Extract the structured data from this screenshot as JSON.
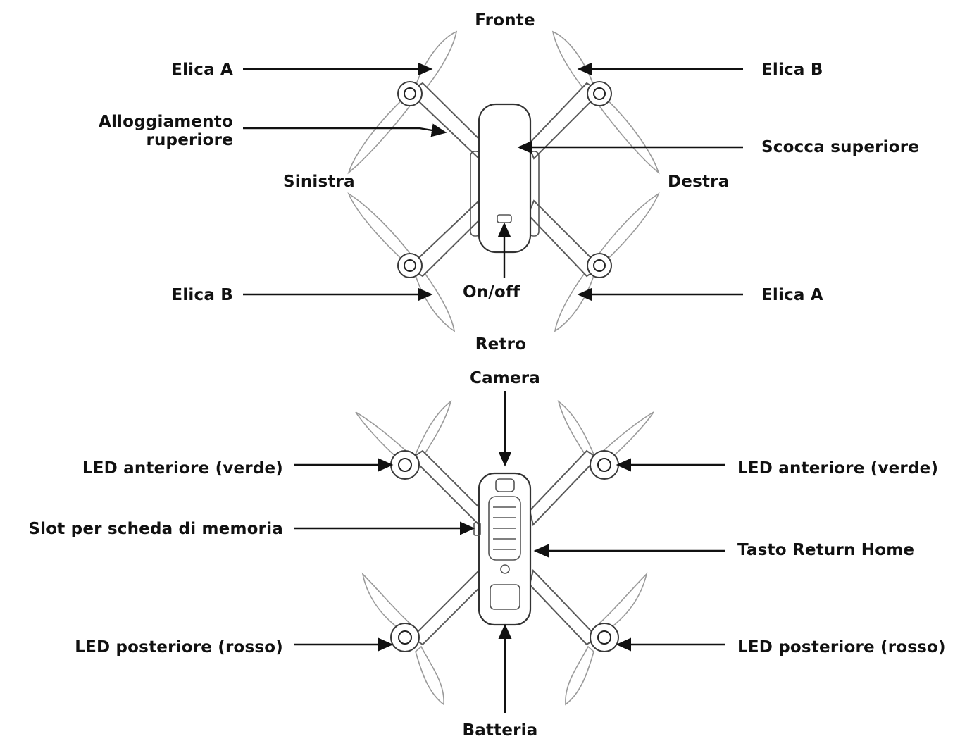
{
  "top_view": {
    "front": "Fronte",
    "rear": "Retro",
    "left": "Sinistra",
    "right": "Destra",
    "prop_a_front_left": "Elica A",
    "prop_b_front_right": "Elica B",
    "upper_housing_line1": "Alloggiamento",
    "upper_housing_line2": "ruperiore",
    "upper_shell": "Scocca superiore",
    "prop_b_rear_left": "Elica B",
    "prop_a_rear_right": "Elica A",
    "power": "On/off"
  },
  "bottom_view": {
    "camera": "Camera",
    "led_front_left": "LED anteriore (verde)",
    "led_front_right": "LED anteriore (verde)",
    "memory_slot": "Slot per scheda di memoria",
    "return_home": "Tasto Return Home",
    "led_rear_left": "LED posteriore (rosso)",
    "led_rear_right": "LED posteriore (rosso)",
    "battery": "Batteria"
  }
}
